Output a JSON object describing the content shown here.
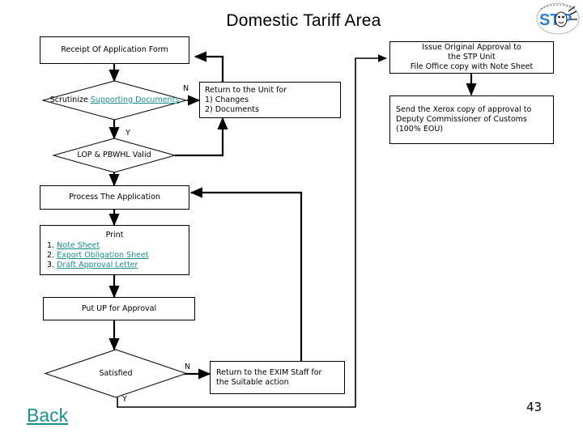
{
  "slide": {
    "title": "Domestic Tariff Area",
    "page_number": "43",
    "back_label": "Back",
    "logo_text": "STP",
    "link_color": "#1a8f90",
    "line_color": "#000000",
    "background": "#ffffff"
  },
  "nodes": {
    "receipt": {
      "label": "Receipt Of Application Form"
    },
    "scrutinize": {
      "prefix": "Scrutinize ",
      "link": "Supporting Documents"
    },
    "lop_valid": {
      "label": "LOP & PBWHL Valid"
    },
    "process": {
      "label": "Process The Application"
    },
    "print": {
      "heading": "Print",
      "items": [
        {
          "number": "1.",
          "link": "Note Sheet"
        },
        {
          "number": "2.",
          "link": "Export Obligation Sheet"
        },
        {
          "number": "3.",
          "link": "Draft Approval Letter"
        }
      ]
    },
    "put_up": {
      "label": "Put UP for Approval"
    },
    "satisfied": {
      "label": "Satisfied"
    },
    "return_unit": {
      "line1": "Return to the Unit for",
      "line2": "1)  Changes",
      "line3": "2)  Documents"
    },
    "return_exim": {
      "line1": "Return to the EXIM Staff for",
      "line2": "the Suitable action"
    },
    "issue_approval": {
      "line1": "Issue Original Approval to",
      "line2": "the STP Unit",
      "line3": "File Office copy with Note Sheet"
    },
    "send_xerox": {
      "line1": "Send the Xerox copy of approval to",
      "line2": "Deputy Commissioner of Customs",
      "line3": "(100% EOU)"
    }
  },
  "branch_labels": {
    "scrutinize_no": "N",
    "scrutinize_yes": "Y",
    "satisfied_no": "N",
    "satisfied_yes": "Y"
  }
}
